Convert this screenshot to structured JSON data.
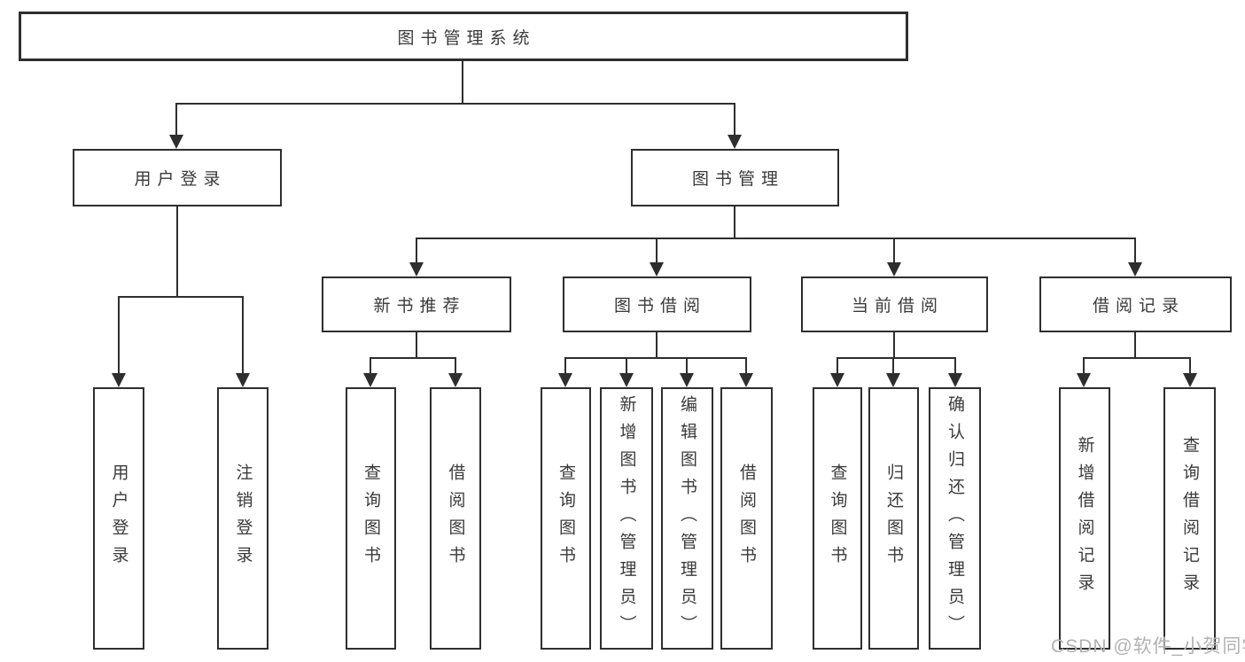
{
  "diagram": {
    "nodes": {
      "root": {
        "label": "图书管理系统"
      },
      "user_login": {
        "label": "用户登录"
      },
      "book_management": {
        "label": "图书管理"
      },
      "new_book_recommend": {
        "label": "新书推荐"
      },
      "book_borrow": {
        "label": "图书借阅"
      },
      "current_borrow": {
        "label": "当前借阅"
      },
      "borrow_records": {
        "label": "借阅记录"
      },
      "login": {
        "label": "用户登录"
      },
      "logout": {
        "label": "注销登录"
      },
      "recommend_query_books": {
        "label": "查询图书"
      },
      "recommend_borrow_books": {
        "label": "借阅图书"
      },
      "borrow_query_books": {
        "label": "查询图书"
      },
      "borrow_add_books_admin": {
        "label": "新增图书（管理员）"
      },
      "borrow_edit_books_admin": {
        "label": "编辑图书（管理员）"
      },
      "borrow_borrow_books": {
        "label": "借阅图书"
      },
      "current_query_books": {
        "label": "查询图书"
      },
      "current_return_books": {
        "label": "归还图书"
      },
      "current_confirm_return_admin": {
        "label": "确认归还（管理员）"
      },
      "records_add_record": {
        "label": "新增借阅记录"
      },
      "records_query_record": {
        "label": "查询借阅记录"
      }
    },
    "watermark": "CSDN @软件_小贺同学",
    "colors": {
      "line": "#2e2e2e",
      "box_border": "#2e2e2e",
      "text": "#3a3a3a",
      "watermark": "#b2b2b2",
      "background": "#ffffff"
    }
  }
}
